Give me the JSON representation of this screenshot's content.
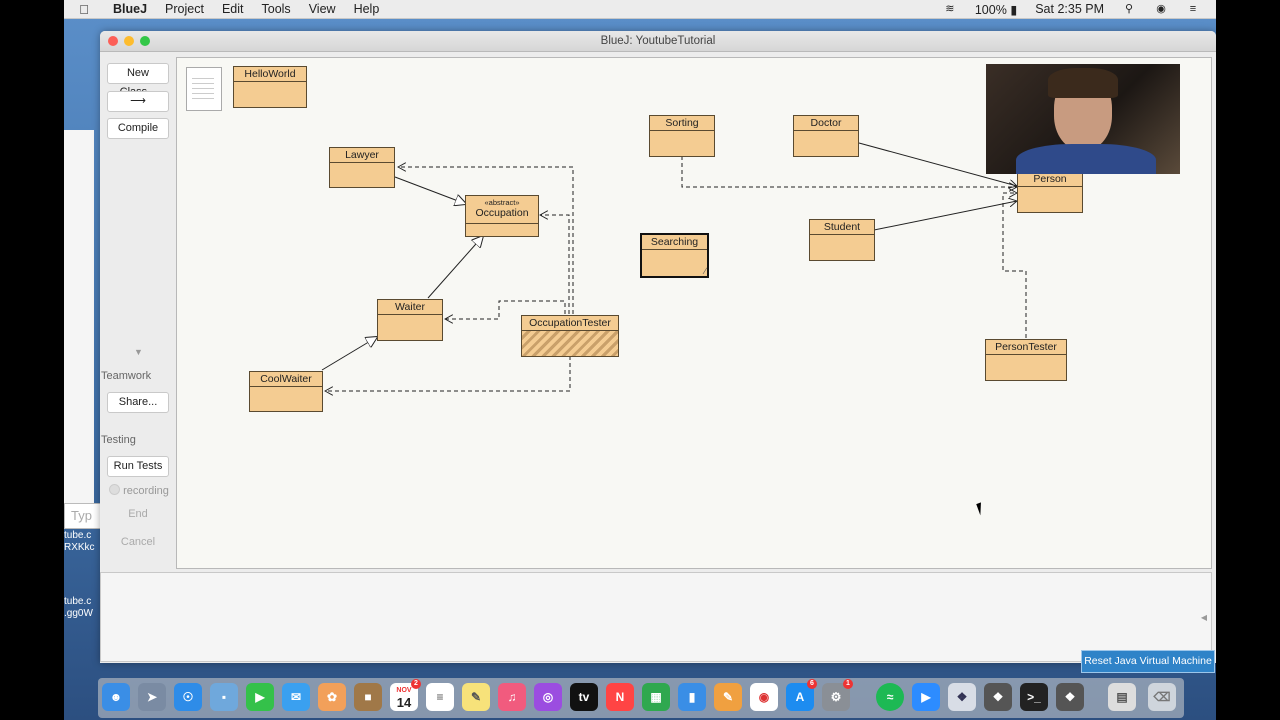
{
  "menubar": {
    "app": "BlueJ",
    "menus": [
      "Project",
      "Edit",
      "Tools",
      "View",
      "Help"
    ],
    "battery": "100%",
    "clock": "Sat 2:35 PM"
  },
  "desktop": {
    "input_placeholder": "Typ",
    "text1": "tube.c\nRXKkc",
    "text2": "tube.c\n.gg0W"
  },
  "window": {
    "title": "BlueJ:  YoutubeTutorial"
  },
  "sidebar": {
    "new_class": "New Class...",
    "compile": "Compile",
    "teamwork_label": "Teamwork",
    "share": "Share...",
    "testing_label": "Testing",
    "run_tests": "Run Tests",
    "recording": "recording",
    "end": "End",
    "cancel": "Cancel"
  },
  "diagram": {
    "classes": [
      {
        "id": "helloworld",
        "name": "HelloWorld"
      },
      {
        "id": "lawyer",
        "name": "Lawyer"
      },
      {
        "id": "occupation",
        "name": "Occupation",
        "stereotype": "«abstract»"
      },
      {
        "id": "waiter",
        "name": "Waiter"
      },
      {
        "id": "coolwaiter",
        "name": "CoolWaiter"
      },
      {
        "id": "occupationtester",
        "name": "OccupationTester"
      },
      {
        "id": "sorting",
        "name": "Sorting"
      },
      {
        "id": "searching",
        "name": "Searching"
      },
      {
        "id": "doctor",
        "name": "Doctor"
      },
      {
        "id": "student",
        "name": "Student"
      },
      {
        "id": "person",
        "name": "Person"
      },
      {
        "id": "persontester",
        "name": "PersonTester"
      }
    ]
  },
  "reset_button": "Reset Java Virtual Machine",
  "dock": {
    "calendar_month": "NOV",
    "calendar_day": "14",
    "badge_calendar": "2",
    "badge_appstore": "6",
    "badge_settings": "1"
  },
  "colors": {
    "class_fill": "#f4cc92",
    "reset_button": "#2f83c8"
  }
}
